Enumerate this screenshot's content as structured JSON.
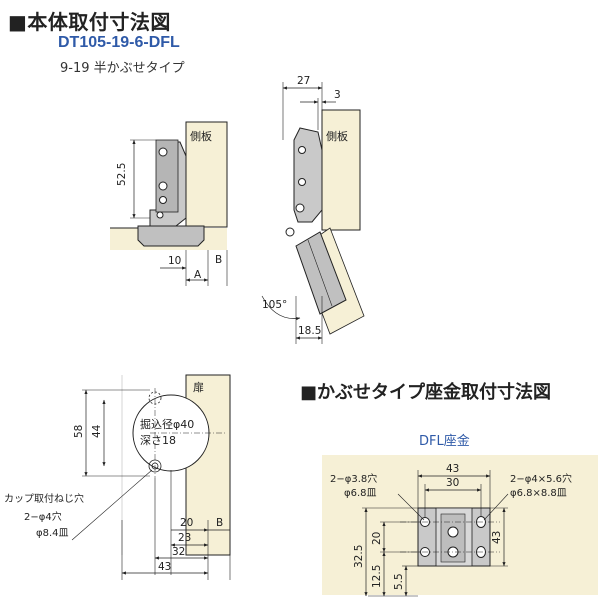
{
  "title_main": "■本体取付寸法図",
  "model_number": "DT105-19-6-DFL",
  "subtitle": "9-19 半かぶせタイプ",
  "title_plate": "■かぶせタイプ座金取付寸法図",
  "plate_label": "DFL座金",
  "labels": {
    "side_panel_left": "側板",
    "side_panel_right": "側板",
    "door": "扉",
    "cup_bore": "掘込径φ40",
    "cup_depth": "深さ18",
    "cup_screw_title": "カップ取付ねじ穴",
    "cup_screw_holes": "2−φ4穴",
    "cup_screw_counter": "φ8.4皿",
    "plate_left_holes": "2−φ3.8穴",
    "plate_left_counter": "φ6.8皿",
    "plate_right_holes": "2−φ4×5.6穴",
    "plate_right_counter": "φ6.8×8.8皿"
  },
  "dimensions": {
    "d52_5": "52.5",
    "d10": "10",
    "dA": "A",
    "dB1": "B",
    "d27": "27",
    "d3": "3",
    "d105": "105°",
    "d18_5": "18.5",
    "d58": "58",
    "d44": "44",
    "d20a": "20",
    "dB2": "B",
    "d23": "23",
    "d32": "32",
    "d43a": "43",
    "d43b": "43",
    "d30": "30",
    "d43c": "43",
    "d32_5": "32.5",
    "d20b": "20",
    "d12_5": "12.5",
    "d5_5": "5.5"
  }
}
